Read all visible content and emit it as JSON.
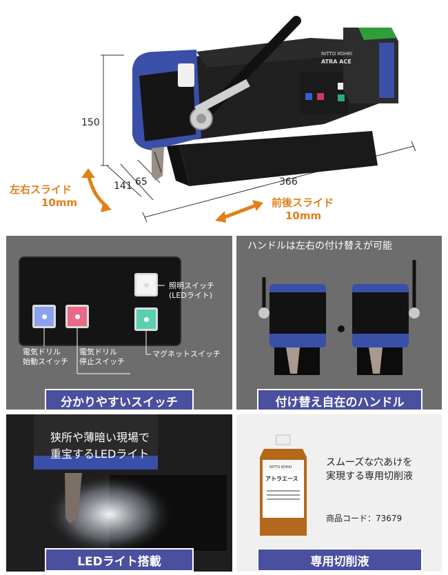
{
  "top": {
    "dims": {
      "h": "150",
      "d1": "141",
      "d2": "65",
      "w": "366"
    },
    "slide_lr": {
      "title": "左右スライド",
      "value": "10mm"
    },
    "slide_fb": {
      "title": "前後スライド",
      "value": "10mm"
    },
    "brand": "NITTO KOHKI",
    "model": "ATRA ACE"
  },
  "switch_panel": {
    "labels": {
      "light": "照明スイッチ\n(LEDライト)",
      "start": "電気ドリル\n始動スイッチ",
      "stop": "電気ドリル\n停止スイッチ",
      "magnet": "マグネットスイッチ"
    },
    "caption": "分かりやすいスイッチ"
  },
  "handle_panel": {
    "text": "ハンドルは左右の付け替えが可能",
    "caption": "付け替え自在のハンドル"
  },
  "led_panel": {
    "text": "狭所や薄暗い現場で\n重宝するLEDライト",
    "caption": "LEDライト搭載"
  },
  "fluid_panel": {
    "text": "スムーズな穴あけを\n実現する専用切削液",
    "code": "商品コード：73679",
    "bottle_brand": "NITTO KOHKI",
    "bottle_name": "アトラエース",
    "caption": "専用切削液"
  },
  "colors": {
    "banner": "#4a4f9e",
    "orange": "#e0801a",
    "machine_blue": "#3a4fa8"
  }
}
